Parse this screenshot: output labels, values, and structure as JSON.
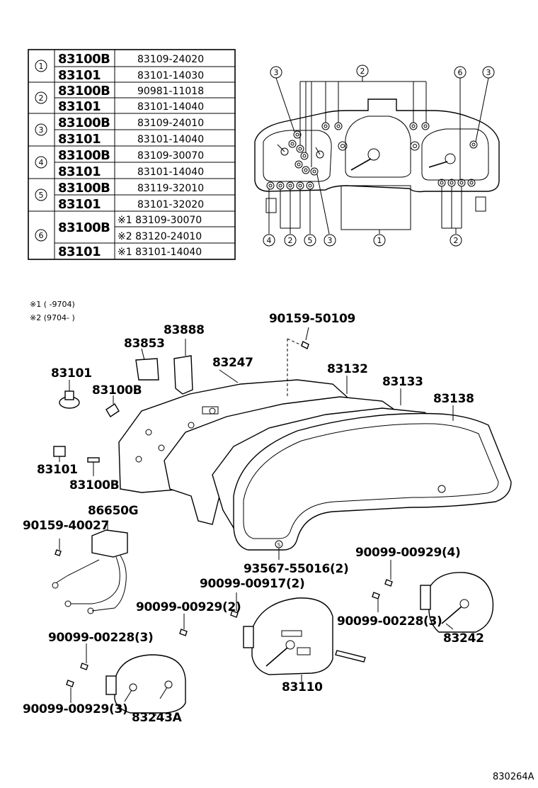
{
  "table": {
    "groups": [
      {
        "num": "1",
        "rows": [
          {
            "main": "83100B",
            "sub": "83109-24020"
          },
          {
            "main": "83101",
            "sub": "83101-14030"
          }
        ]
      },
      {
        "num": "2",
        "rows": [
          {
            "main": "83100B",
            "sub": "90981-11018"
          },
          {
            "main": "83101",
            "sub": "83101-14040"
          }
        ]
      },
      {
        "num": "3",
        "rows": [
          {
            "main": "83100B",
            "sub": "83109-24010"
          },
          {
            "main": "83101",
            "sub": "83101-14040"
          }
        ]
      },
      {
        "num": "4",
        "rows": [
          {
            "main": "83100B",
            "sub": "83109-30070"
          },
          {
            "main": "83101",
            "sub": "83101-14040"
          }
        ]
      },
      {
        "num": "5",
        "rows": [
          {
            "main": "83100B",
            "sub": "83119-32010"
          },
          {
            "main": "83101",
            "sub": "83101-32020"
          }
        ]
      },
      {
        "num": "6",
        "rows": [
          {
            "main": "83100B",
            "sub": "※1 83109-30070",
            "sub2": "※2 83120-24010"
          },
          {
            "main": "83101",
            "sub": "※1 83101-14040"
          }
        ]
      }
    ]
  },
  "notes": {
    "note1": "※1 (        -9704)",
    "note2": "※2 (9704-        )"
  },
  "panel_callouts": {
    "top_3_left": "3",
    "top_2": "2",
    "top_6": "6",
    "top_3_right": "3",
    "bottom": [
      "4",
      "2",
      "5",
      "3",
      "1",
      "2"
    ]
  },
  "parts": {
    "p83888": "83888",
    "p83853": "83853",
    "p83247": "83247",
    "p90159_50109": "90159-50109",
    "p83132": "83132",
    "p83133": "83133",
    "p83138": "83138",
    "p83101_a": "83101",
    "p83100B_a": "83100B",
    "p83101_b": "83101",
    "p83100B_b": "83100B",
    "p86650G": "86650G",
    "p90159_40027": "90159-40027",
    "p93567": "93567-55016(2)",
    "p90099_00929_4": "90099-00929(4)",
    "p90099_00917_2": "90099-00917(2)",
    "p90099_00929_2": "90099-00929(2)",
    "p90099_00228_3a": "90099-00228(3)",
    "p90099_00228_3b": "90099-00228(3)",
    "p83242": "83242",
    "p83110": "83110",
    "p90099_00929_3": "90099-00929(3)",
    "p83243A": "83243A",
    "drawing_id": "830264A"
  }
}
